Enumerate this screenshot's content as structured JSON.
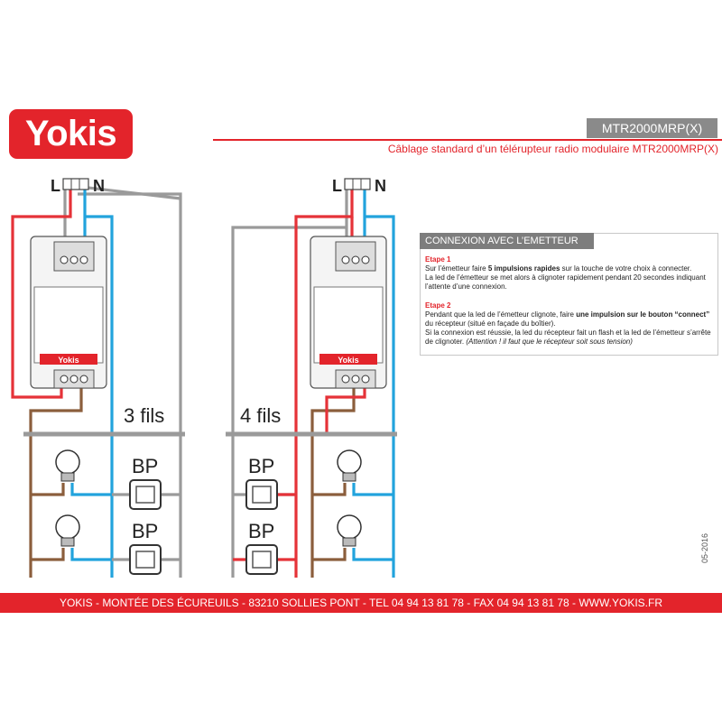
{
  "brand": {
    "logo": "Yokis",
    "color": "#e3242b"
  },
  "header": {
    "model": "MTR2000MRP(X)",
    "subtitle": "Câblage standard d’un télérupteur radio modulaire MTR2000MRP(X)"
  },
  "diagram": {
    "line_label": "L",
    "neutral_label": "N",
    "left_caption": "3 fils",
    "right_caption": "4 fils",
    "pushbutton_label": "BP",
    "module_brand": "Yokis",
    "wire_colors": {
      "phase": "#e53238",
      "neutral": "#22a3dd",
      "return": "#8b5e3c",
      "common": "#9a9a9a"
    }
  },
  "info": {
    "title": "CONNEXION AVEC L’EMETTEUR",
    "step1_label": "Etape 1",
    "step1_a": "Sur l’émetteur faire ",
    "step1_b": "5 impulsions rapides",
    "step1_c": " sur la touche de votre choix à connecter.",
    "step1_d": "La led de l’émetteur se met alors à clignoter rapidement pendant 20 secondes indiquant l’attente d’une connexion.",
    "step2_label": "Etape 2",
    "step2_a": "Pendant que la led de l’émetteur clignote, faire ",
    "step2_b": "une impulsion sur le bouton “connect”",
    "step2_c": " du récepteur (situé en façade du boîtier).",
    "step2_d": "Si la connexion est réussie, la led du récepteur fait un flash et la led de l’émetteur s’arrête de clignoter. ",
    "step2_e": "(Attention ! il faut que le récepteur soit sous tension)"
  },
  "footer": {
    "address": "YOKIS - MONTÉE DES ÉCUREUILS - 83210 SOLLIES PONT - TEL 04 94 13 81 78 - FAX 04 94 13 81 78 - WWW.YOKIS.FR",
    "date": "05-2016"
  }
}
